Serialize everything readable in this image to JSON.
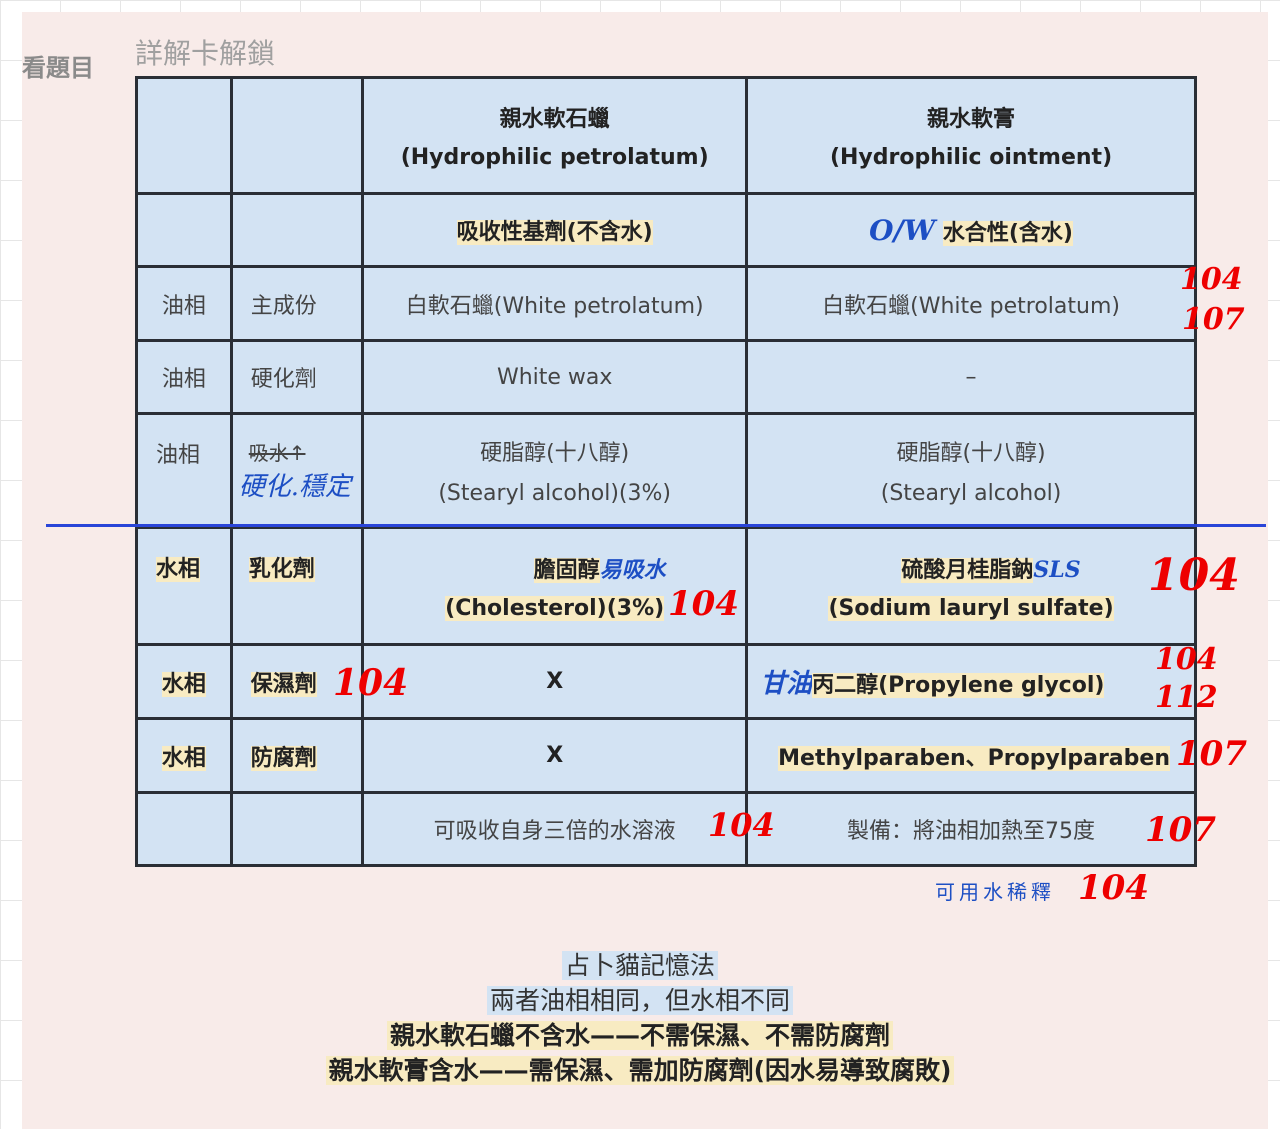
{
  "sidebar": {
    "label": "看題目"
  },
  "header": {
    "title": "詳解卡解鎖"
  },
  "table": {
    "head": {
      "col1_name": "親水軟石蠟",
      "col1_en": "(Hydrophilic petrolatum)",
      "col2_name": "親水軟膏",
      "col2_en": "(Hydrophilic ointment)"
    },
    "type_row": {
      "col1": "吸收性基劑(不含水)",
      "col2_note": "O/W",
      "col2": "水合性(含水)"
    },
    "rows": [
      {
        "phase": "油相",
        "role": "主成份",
        "col1": "白軟石蠟(White petrolatum)",
        "col2": "白軟石蠟(White petrolatum)"
      },
      {
        "phase": "油相",
        "role": "硬化劑",
        "col1": "White wax",
        "col2": "–"
      },
      {
        "phase": "油相",
        "role": "吸水↑",
        "role_note": "硬化.穩定",
        "col1_a": "硬脂醇(十八醇)",
        "col1_b": "(Stearyl alcohol)(3%)",
        "col2_a": "硬脂醇(十八醇)",
        "col2_b": "(Stearyl alcohol)"
      },
      {
        "phase": "水相",
        "role": "乳化劑",
        "col1_a": "膽固醇",
        "col1_note": "易吸水",
        "col1_b": "(Cholesterol)(3%)",
        "col2_a": "硫酸月桂脂鈉",
        "col2_note": "SLS",
        "col2_b": "(Sodium lauryl sulfate)"
      },
      {
        "phase": "水相",
        "role": "保濕劑",
        "col1": "X",
        "col2_note": "甘油",
        "col2": "丙二醇(Propylene glycol)"
      },
      {
        "phase": "水相",
        "role": "防腐劑",
        "col1": "X",
        "col2": "Methylparaben、Propylparaben"
      },
      {
        "col1": "可吸收自身三倍的水溶液",
        "col2": "製備：將油相加熱至75度"
      }
    ]
  },
  "annotations": {
    "a1": "104",
    "a2": "107",
    "a3": "104",
    "a4": "104",
    "a5": "104",
    "a6": "104",
    "a7": "112",
    "a8": "107",
    "a9": "104",
    "a10": "107",
    "below_note": "可用水稀釋",
    "below_num": "104"
  },
  "mnemonic": {
    "l1": "占卜貓記憶法",
    "l2": "兩者油相相同，但水相不同",
    "l3": "親水軟石蠟不含水——不需保濕、不需防腐劑",
    "l4": "親水軟膏含水——需保濕、需加防腐劑(因水易導致腐敗)"
  },
  "colors": {
    "table_bg": "#d3e3f3",
    "highlight": "#f8ebc2",
    "annotation_red": "#e00000",
    "annotation_blue": "#1d4fc4",
    "page_bg": "#f8ebe9"
  }
}
